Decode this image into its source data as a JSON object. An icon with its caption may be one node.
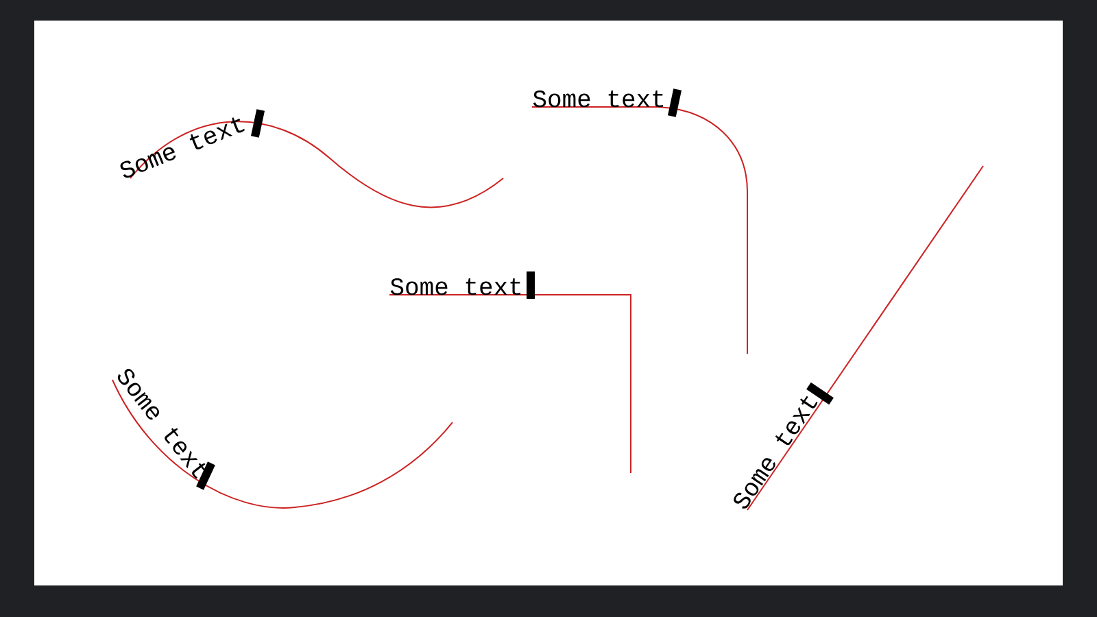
{
  "diagram": {
    "labels": [
      "Some text",
      "Some text",
      "Some text",
      "Some text",
      "Some text"
    ]
  }
}
